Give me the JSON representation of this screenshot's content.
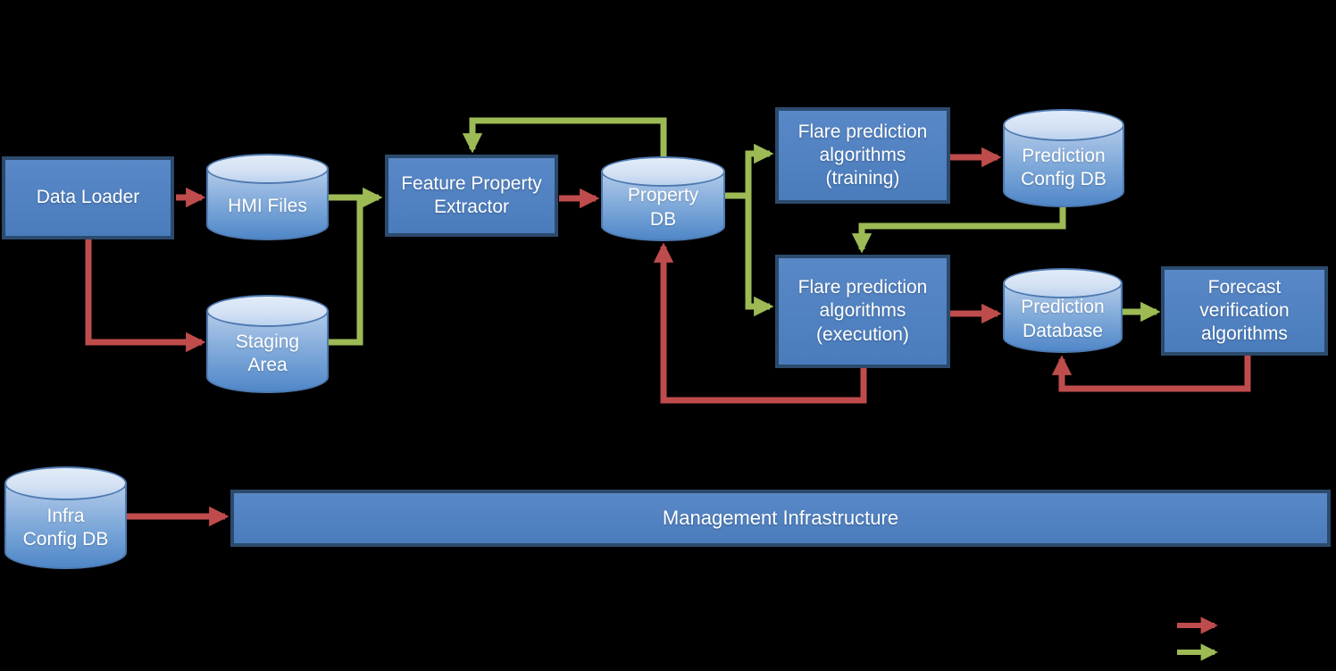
{
  "colors": {
    "box_fill_top": "#5988c7",
    "box_fill_bottom": "#4a7cbc",
    "box_border": "#2c4a6c",
    "cyl_top_fill": "#d3e1f4",
    "cyl_border": "#4e7ab1",
    "cyl_body_light": "#b4cbea",
    "cyl_body_mid": "#7aa6d8",
    "cyl_body_dark": "#5087c8",
    "arrow_red": "#bf4c4c",
    "arrow_green": "#9dba55",
    "text": "#ffffff",
    "bg": "#000000"
  },
  "nodes": {
    "data_loader": {
      "label": "Data Loader",
      "shape": "box"
    },
    "hmi_files": {
      "label": "HMI Files",
      "shape": "cylinder"
    },
    "staging_area": {
      "label": "Staging\nArea",
      "shape": "cylinder"
    },
    "feature_property_extractor": {
      "label": "Feature Property\nExtractor",
      "shape": "box"
    },
    "property_db": {
      "label": "Property\nDB",
      "shape": "cylinder"
    },
    "flare_prediction_training": {
      "label": "Flare prediction\nalgorithms\n(training)",
      "shape": "box"
    },
    "prediction_config_db": {
      "label": "Prediction\nConfig DB",
      "shape": "cylinder"
    },
    "flare_prediction_execution": {
      "label": "Flare prediction\nalgorithms\n(execution)",
      "shape": "box"
    },
    "prediction_database": {
      "label": "Prediction\nDatabase",
      "shape": "cylinder"
    },
    "forecast_verification": {
      "label": "Forecast\nverification\nalgorithms",
      "shape": "box"
    },
    "infra_config_db": {
      "label": "Infra\nConfig DB",
      "shape": "cylinder"
    },
    "management_infrastructure": {
      "label": "Management Infrastructure",
      "shape": "box"
    }
  },
  "edges": [
    {
      "from": "data_loader",
      "to": "hmi_files",
      "color": "red"
    },
    {
      "from": "data_loader",
      "to": "staging_area",
      "color": "red"
    },
    {
      "from": "hmi_files",
      "to": "feature_property_extractor",
      "color": "green"
    },
    {
      "from": "staging_area",
      "to": "feature_property_extractor",
      "color": "green"
    },
    {
      "from": "feature_property_extractor",
      "to": "property_db",
      "color": "red"
    },
    {
      "from": "property_db",
      "to": "feature_property_extractor",
      "color": "green"
    },
    {
      "from": "property_db",
      "to": "flare_prediction_training",
      "color": "green"
    },
    {
      "from": "property_db",
      "to": "flare_prediction_execution",
      "color": "green"
    },
    {
      "from": "flare_prediction_training",
      "to": "prediction_config_db",
      "color": "red"
    },
    {
      "from": "prediction_config_db",
      "to": "flare_prediction_execution",
      "color": "green"
    },
    {
      "from": "flare_prediction_execution",
      "to": "prediction_database",
      "color": "red"
    },
    {
      "from": "flare_prediction_execution",
      "to": "property_db",
      "color": "red"
    },
    {
      "from": "prediction_database",
      "to": "forecast_verification",
      "color": "green"
    },
    {
      "from": "forecast_verification",
      "to": "prediction_database",
      "color": "red"
    },
    {
      "from": "infra_config_db",
      "to": "management_infrastructure",
      "color": "red"
    }
  ],
  "legend": {
    "items": [
      {
        "arrow": "red"
      },
      {
        "arrow": "green"
      }
    ]
  }
}
